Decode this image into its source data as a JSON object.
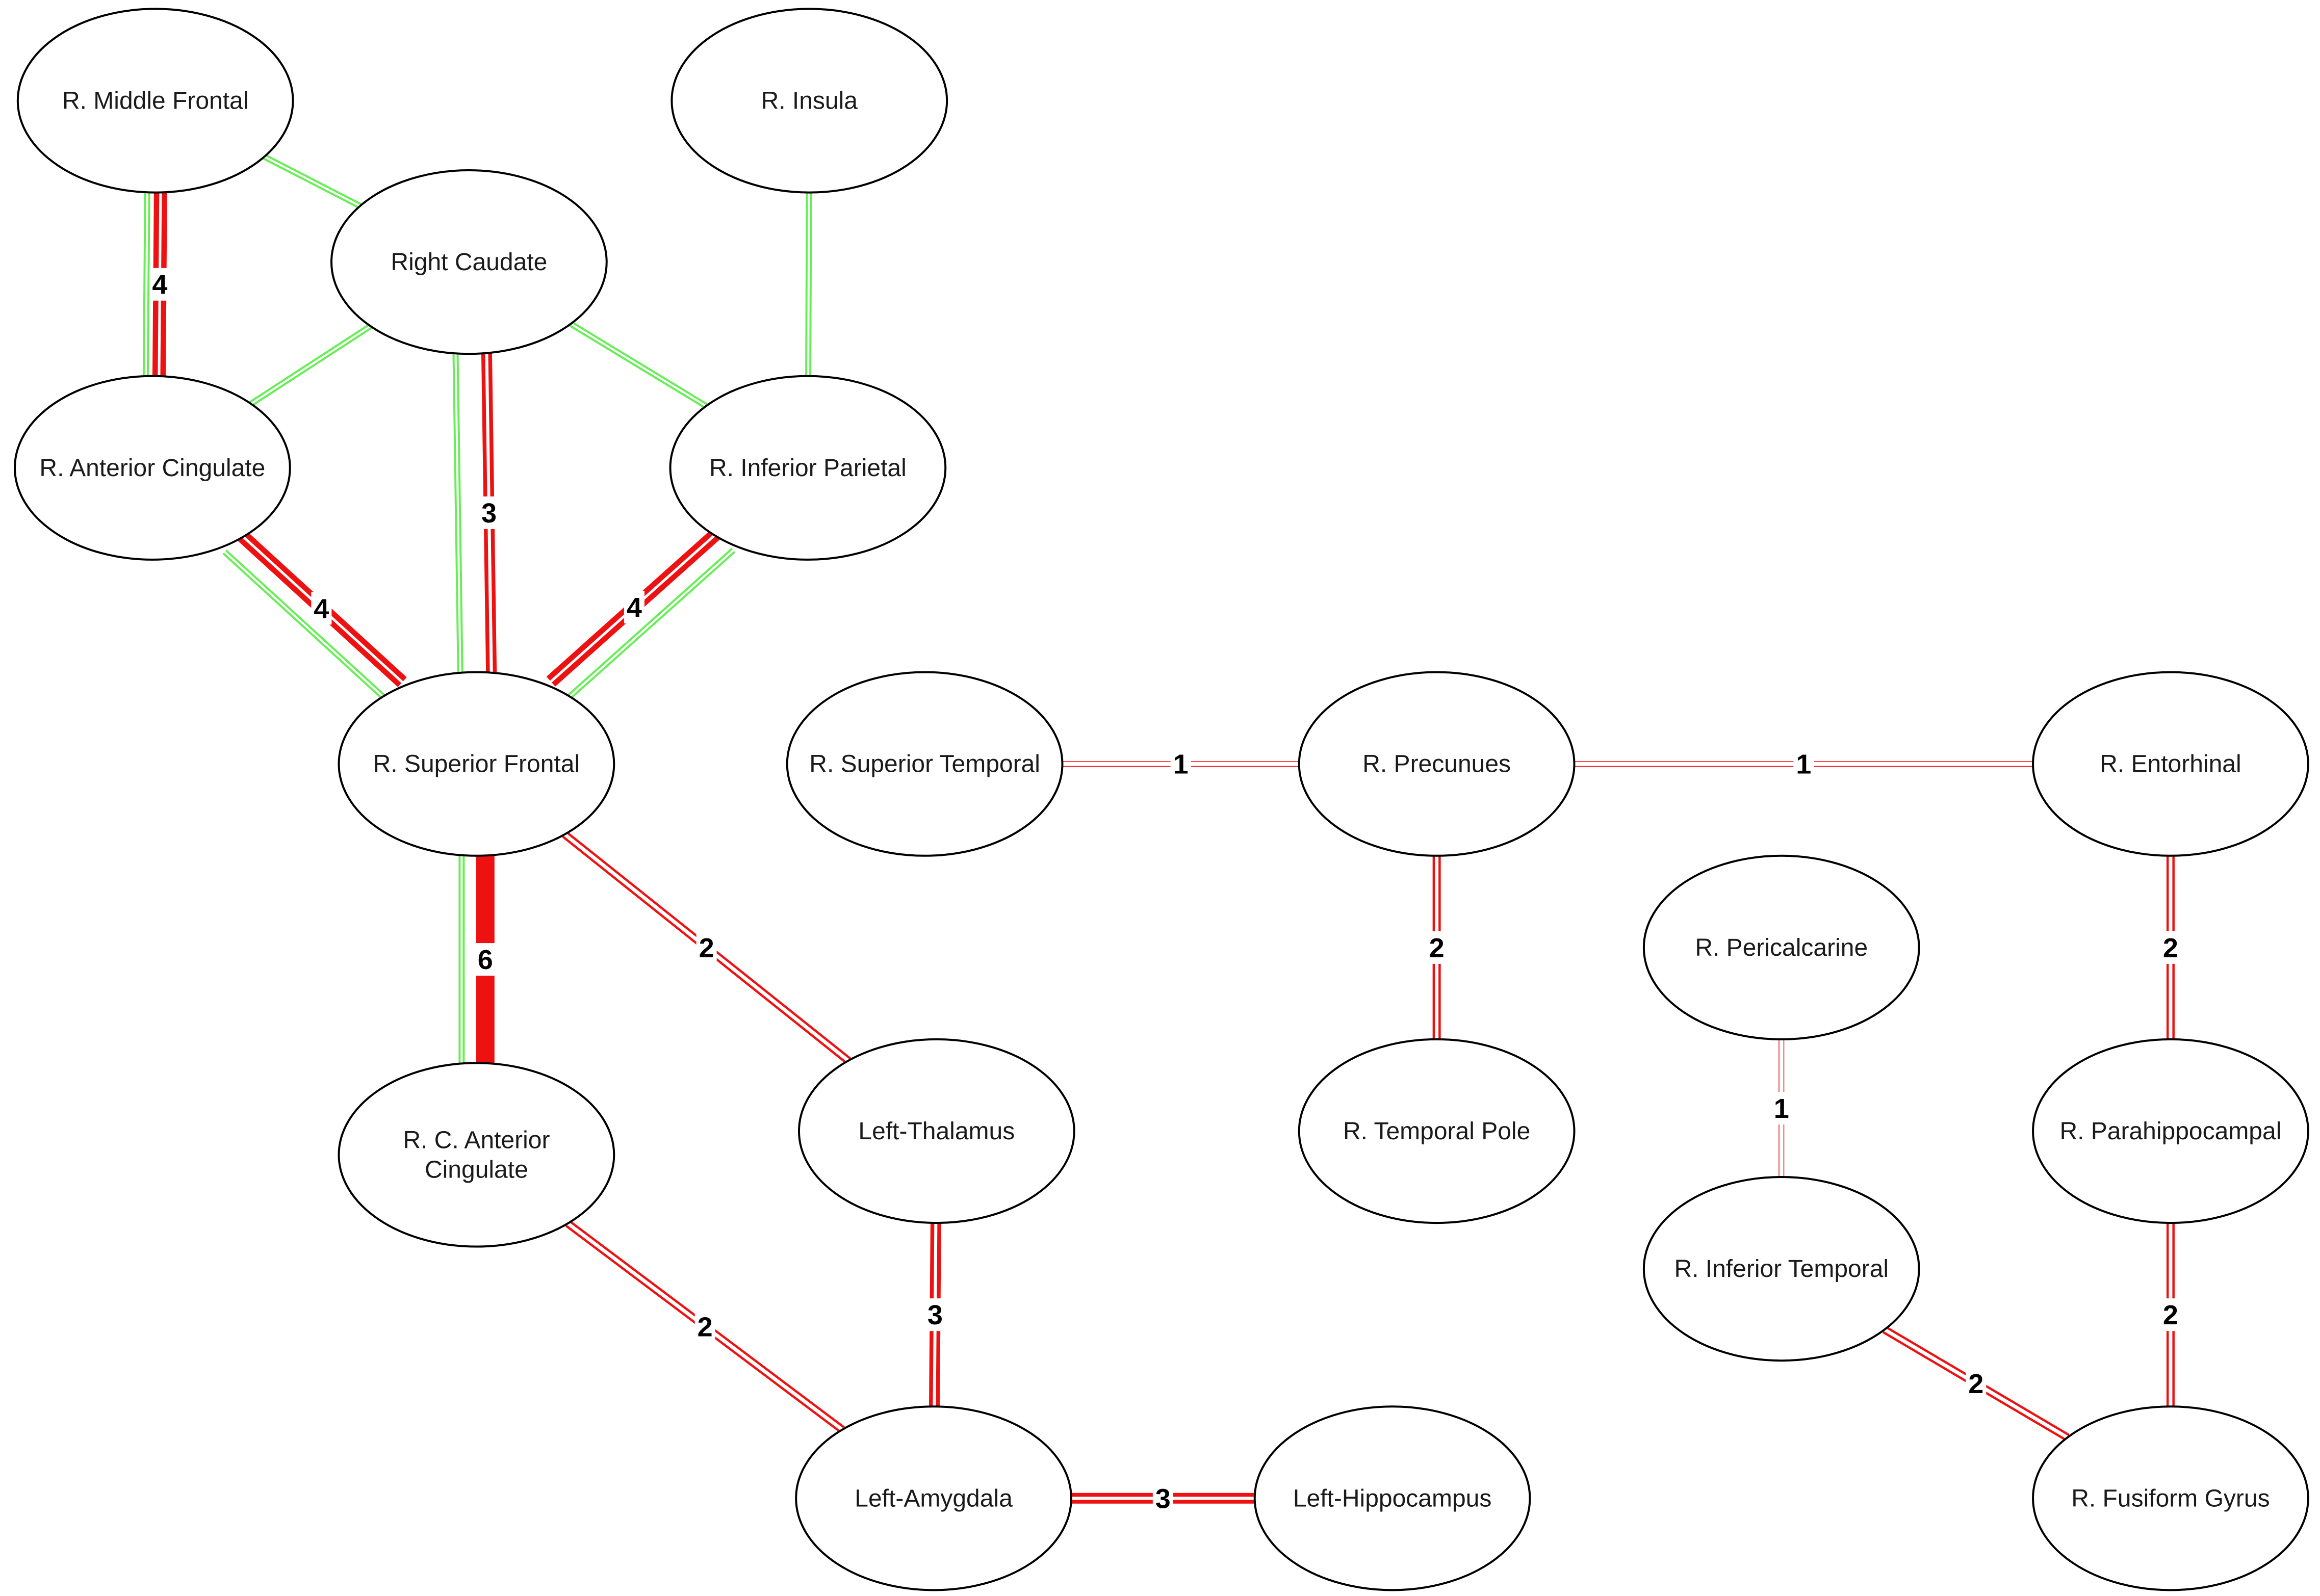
{
  "colors": {
    "red": "#ee1111",
    "green": "#66ee55",
    "node_stroke": "#000000",
    "background": "#ffffff"
  },
  "nodes": [
    {
      "id": "rmf",
      "label": "R. Middle Frontal"
    },
    {
      "id": "rins",
      "label": "R. Insula"
    },
    {
      "id": "rcau",
      "label": "Right Caudate"
    },
    {
      "id": "rac",
      "label": "R. Anterior Cingulate"
    },
    {
      "id": "rip",
      "label": "R. Inferior Parietal"
    },
    {
      "id": "rsf",
      "label": "R. Superior Frontal"
    },
    {
      "id": "rst",
      "label": "R. Superior Temporal"
    },
    {
      "id": "rpre",
      "label": "R. Precunues"
    },
    {
      "id": "rent",
      "label": "R. Entorhinal"
    },
    {
      "id": "rpc",
      "label": "R. Pericalcarine"
    },
    {
      "id": "rtp",
      "label": "R. Temporal Pole"
    },
    {
      "id": "rcac",
      "label": "R. C. Anterior\nCingulate"
    },
    {
      "id": "lth",
      "label": "Left-Thalamus"
    },
    {
      "id": "rpar",
      "label": "R. Parahippocampal"
    },
    {
      "id": "rit",
      "label": "R. Inferior Temporal"
    },
    {
      "id": "lam",
      "label": "Left-Amygdala"
    },
    {
      "id": "lhip",
      "label": "Left-Hippocampus"
    },
    {
      "id": "rfg",
      "label": "R. Fusiform Gyrus"
    }
  ],
  "edges": [
    {
      "id": "e-rmf-rac-red",
      "source": "rmf",
      "target": "rac",
      "color": "red",
      "weight": 4,
      "label": "4"
    },
    {
      "id": "e-rmf-rac-green",
      "source": "rmf",
      "target": "rac",
      "color": "green",
      "weight": 1,
      "label": ""
    },
    {
      "id": "e-rmf-rcau",
      "source": "rmf",
      "target": "rcau",
      "color": "green",
      "weight": 1,
      "label": ""
    },
    {
      "id": "e-rcau-rac",
      "source": "rcau",
      "target": "rac",
      "color": "green",
      "weight": 1,
      "label": ""
    },
    {
      "id": "e-rcau-rip",
      "source": "rcau",
      "target": "rip",
      "color": "green",
      "weight": 1,
      "label": ""
    },
    {
      "id": "e-rins-rip",
      "source": "rins",
      "target": "rip",
      "color": "green",
      "weight": 1,
      "label": ""
    },
    {
      "id": "e-rcau-rsf-red",
      "source": "rcau",
      "target": "rsf",
      "color": "red",
      "weight": 3,
      "label": "3"
    },
    {
      "id": "e-rcau-rsf-green",
      "source": "rcau",
      "target": "rsf",
      "color": "green",
      "weight": 1,
      "label": ""
    },
    {
      "id": "e-rac-rsf-red",
      "source": "rac",
      "target": "rsf",
      "color": "red",
      "weight": 4,
      "label": "4"
    },
    {
      "id": "e-rac-rsf-green",
      "source": "rac",
      "target": "rsf",
      "color": "green",
      "weight": 1,
      "label": ""
    },
    {
      "id": "e-rip-rsf-red",
      "source": "rip",
      "target": "rsf",
      "color": "red",
      "weight": 4,
      "label": "4"
    },
    {
      "id": "e-rip-rsf-green",
      "source": "rip",
      "target": "rsf",
      "color": "green",
      "weight": 1,
      "label": ""
    },
    {
      "id": "e-rsf-rcac-red",
      "source": "rsf",
      "target": "rcac",
      "color": "red",
      "weight": 6,
      "label": "6"
    },
    {
      "id": "e-rsf-rcac-green",
      "source": "rsf",
      "target": "rcac",
      "color": "green",
      "weight": 1,
      "label": ""
    },
    {
      "id": "e-rsf-lth",
      "source": "rsf",
      "target": "lth",
      "color": "red",
      "weight": 2,
      "label": "2"
    },
    {
      "id": "e-rcac-lam",
      "source": "rcac",
      "target": "lam",
      "color": "red",
      "weight": 2,
      "label": "2"
    },
    {
      "id": "e-lth-lam",
      "source": "lth",
      "target": "lam",
      "color": "red",
      "weight": 3,
      "label": "3"
    },
    {
      "id": "e-lam-lhip",
      "source": "lam",
      "target": "lhip",
      "color": "red",
      "weight": 3,
      "label": "3"
    },
    {
      "id": "e-rst-rpre",
      "source": "rst",
      "target": "rpre",
      "color": "red",
      "weight": 1,
      "label": "1"
    },
    {
      "id": "e-rpre-rent",
      "source": "rpre",
      "target": "rent",
      "color": "red",
      "weight": 1,
      "label": "1"
    },
    {
      "id": "e-rpre-rtp",
      "source": "rpre",
      "target": "rtp",
      "color": "red",
      "weight": 2,
      "label": "2"
    },
    {
      "id": "e-rent-rpar",
      "source": "rent",
      "target": "rpar",
      "color": "red",
      "weight": 2,
      "label": "2"
    },
    {
      "id": "e-rpc-rit",
      "source": "rpc",
      "target": "rit",
      "color": "red",
      "weight": 1,
      "label": "1"
    },
    {
      "id": "e-rpar-rfg",
      "source": "rpar",
      "target": "rfg",
      "color": "red",
      "weight": 2,
      "label": "2"
    },
    {
      "id": "e-rit-rfg",
      "source": "rit",
      "target": "rfg",
      "color": "red",
      "weight": 2,
      "label": "2"
    }
  ]
}
